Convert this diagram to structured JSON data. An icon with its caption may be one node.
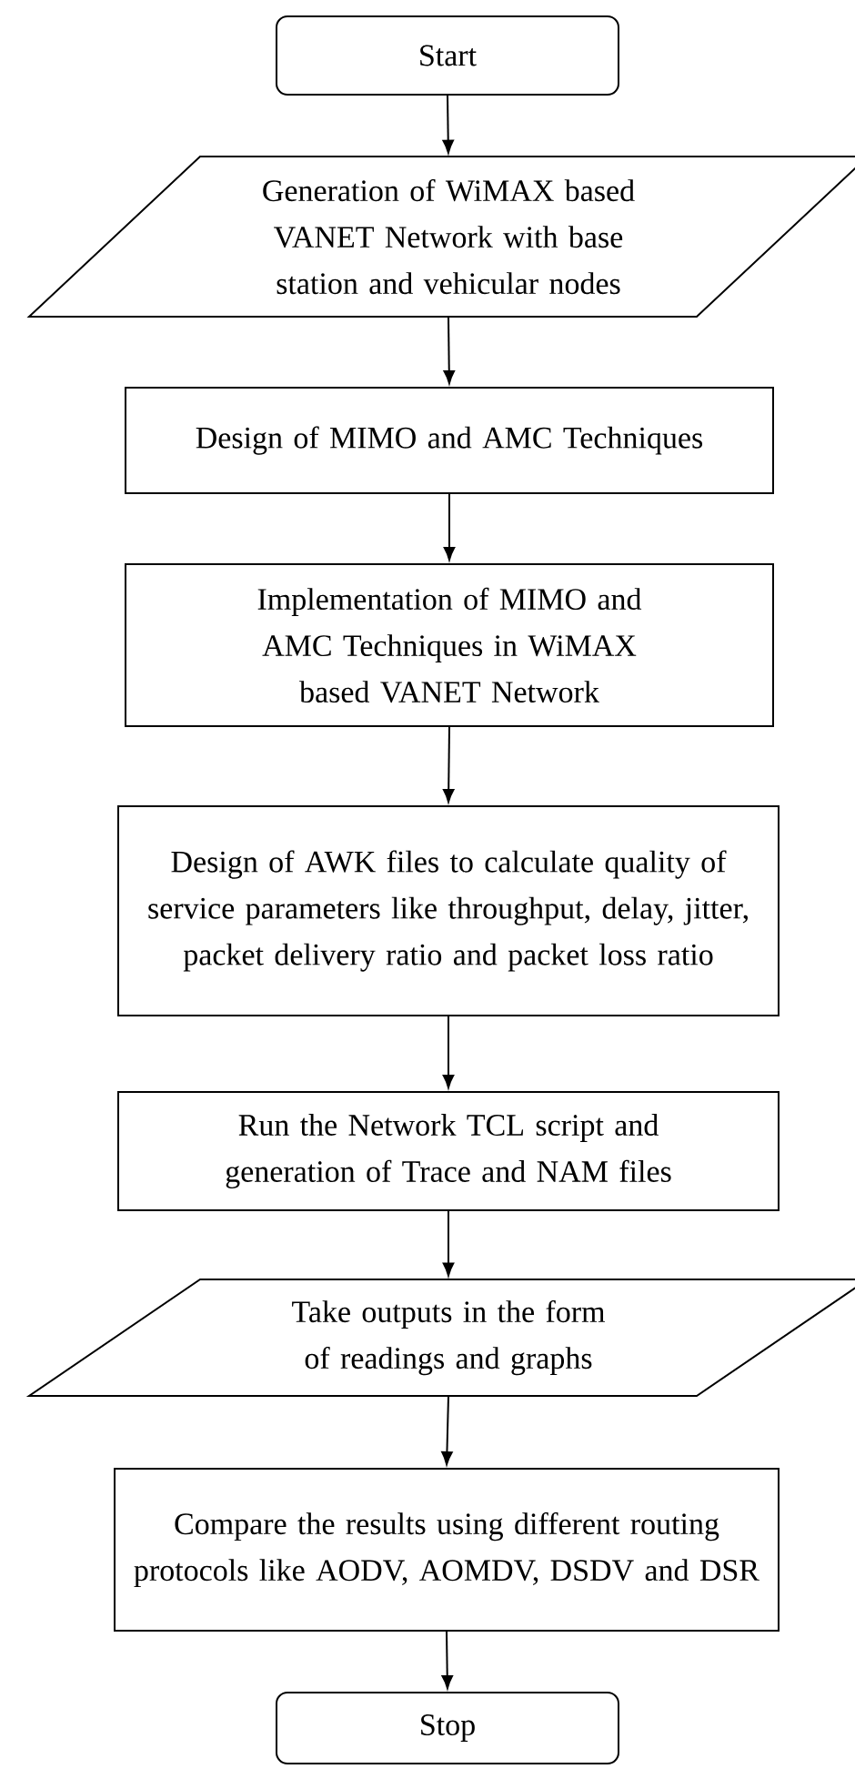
{
  "diagram": {
    "nodes": [
      {
        "text": [
          "Start"
        ]
      },
      {
        "text": [
          "Generation of WiMAX based VANET Network with base station and vehicular nodes"
        ]
      },
      {
        "text": [
          "Design of MIMO and AMC Techniques"
        ]
      },
      {
        "text": [
          "Implementation of MIMO and AMC Techniques in WiMAX based VANET Network"
        ]
      },
      {
        "text": [
          "Design of AWK files to calculate quality of service parameters like throughput, delay, jitter, packet delivery ratio and packet loss ratio"
        ]
      },
      {
        "text": [
          "Run the Network TCL script and generation of Trace and NAM files"
        ]
      },
      {
        "text": [
          "Take outputs in the form of readings and graphs"
        ]
      },
      {
        "text": [
          "Compare the results using different routing protocols like AODV, AOMDV, DSDV and DSR"
        ]
      },
      {
        "text": [
          "Stop"
        ]
      }
    ],
    "edges": [
      {
        "from": 0,
        "to": 1,
        "arrow": "to"
      },
      {
        "from": 1,
        "to": 2,
        "arrow": "to"
      },
      {
        "from": 2,
        "to": 3,
        "arrow": "to"
      },
      {
        "from": 3,
        "to": 4,
        "arrow": "to"
      },
      {
        "from": 4,
        "to": 5,
        "arrow": "to"
      },
      {
        "from": 5,
        "to": 6,
        "arrow": "to"
      },
      {
        "from": 6,
        "to": 7,
        "arrow": "to"
      },
      {
        "from": 7,
        "to": 8,
        "arrow": "to"
      }
    ]
  }
}
